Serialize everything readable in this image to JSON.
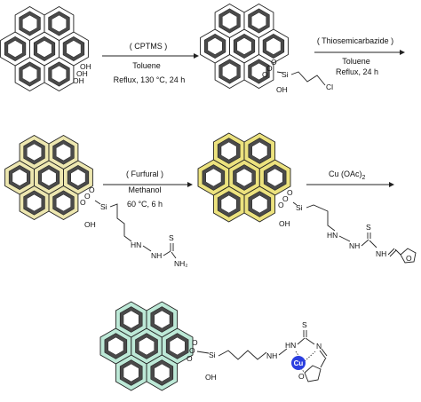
{
  "colors": {
    "step1_fill": "#ffffff",
    "step1_stroke": "#333333",
    "step3_fill": "#ede7b0",
    "step4_fill": "#ece27e",
    "step5_fill": "#bde9d7",
    "inner_dark": "#4a4a4a",
    "copper": "#2b3fe0"
  },
  "arrows": {
    "a1": {
      "reagent": "( CPTMS )",
      "line1": "Toluene",
      "line2": "Reflux, 130 °C, 24 h"
    },
    "a2": {
      "reagent": "( Thiosemicarbazide )",
      "line1": "Toluene",
      "line2": "Reflux, 24 h"
    },
    "a3": {
      "reagent": "( Furfural )",
      "line1": "Methanol",
      "line2": "60 °C, 6 h"
    },
    "a4": {
      "reagent_base": "Cu (OAc)",
      "reagent_sub": "2"
    }
  },
  "atoms": {
    "oh": "OH",
    "o": "O",
    "si": "Si",
    "cl": "Cl",
    "hn": "HN",
    "nh": "NH",
    "n": "N",
    "s": "S",
    "nh2": "NH₂",
    "cu": "Cu"
  }
}
